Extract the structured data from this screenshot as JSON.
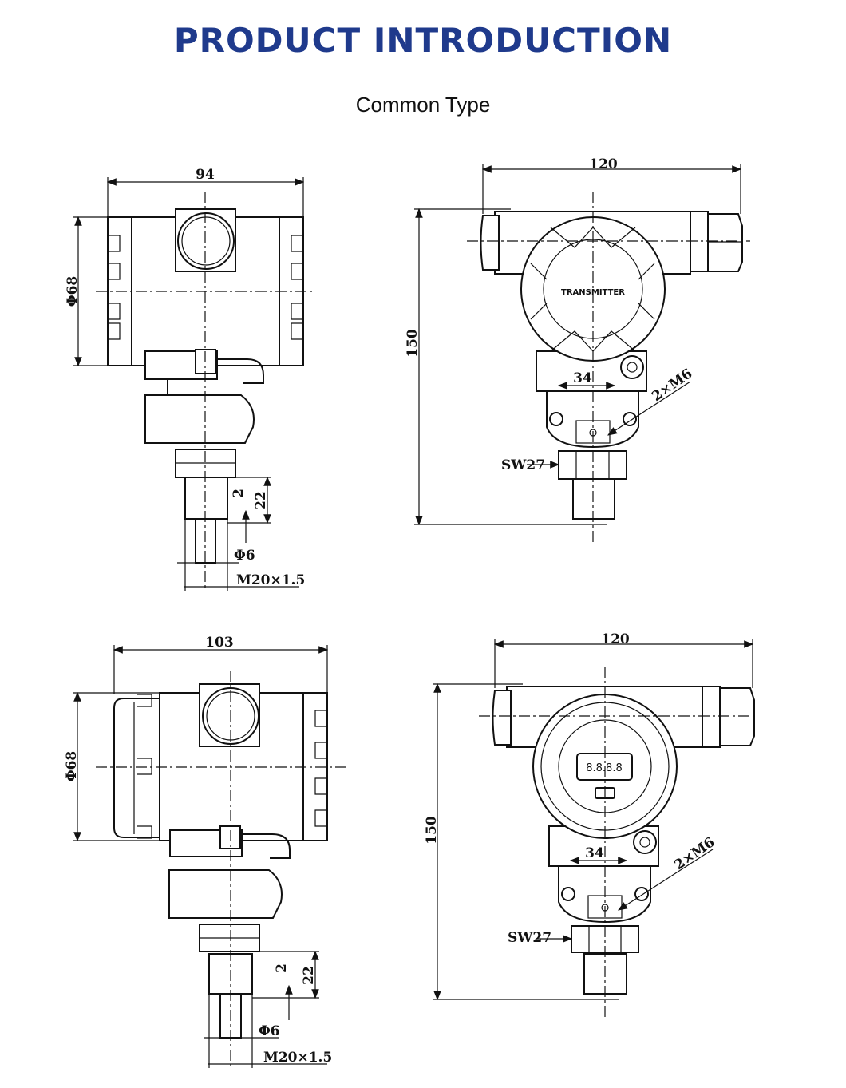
{
  "header": {
    "title": "PRODUCT INTRODUCTION",
    "subtitle": "Common Type",
    "title_color": "#1f3a8c"
  },
  "views": {
    "side_top": {
      "width": "94",
      "diameter": "Φ68",
      "dim_a": "2",
      "dim_b": "22",
      "stem": "Φ6",
      "thread": "M20×1.5"
    },
    "front_top": {
      "width": "120",
      "height": "150",
      "bracket": "34",
      "holes": "2×M6",
      "wrench": "SW27",
      "label": "TRANSMITTER"
    },
    "side_bottom": {
      "width": "103",
      "diameter": "Φ68",
      "dim_a": "2",
      "dim_b": "22",
      "stem": "Φ6",
      "thread": "M20×1.5"
    },
    "front_bottom": {
      "width": "120",
      "height": "150",
      "bracket": "34",
      "holes": "2×M6",
      "wrench": "SW27",
      "display": "8.8.8.8"
    }
  }
}
